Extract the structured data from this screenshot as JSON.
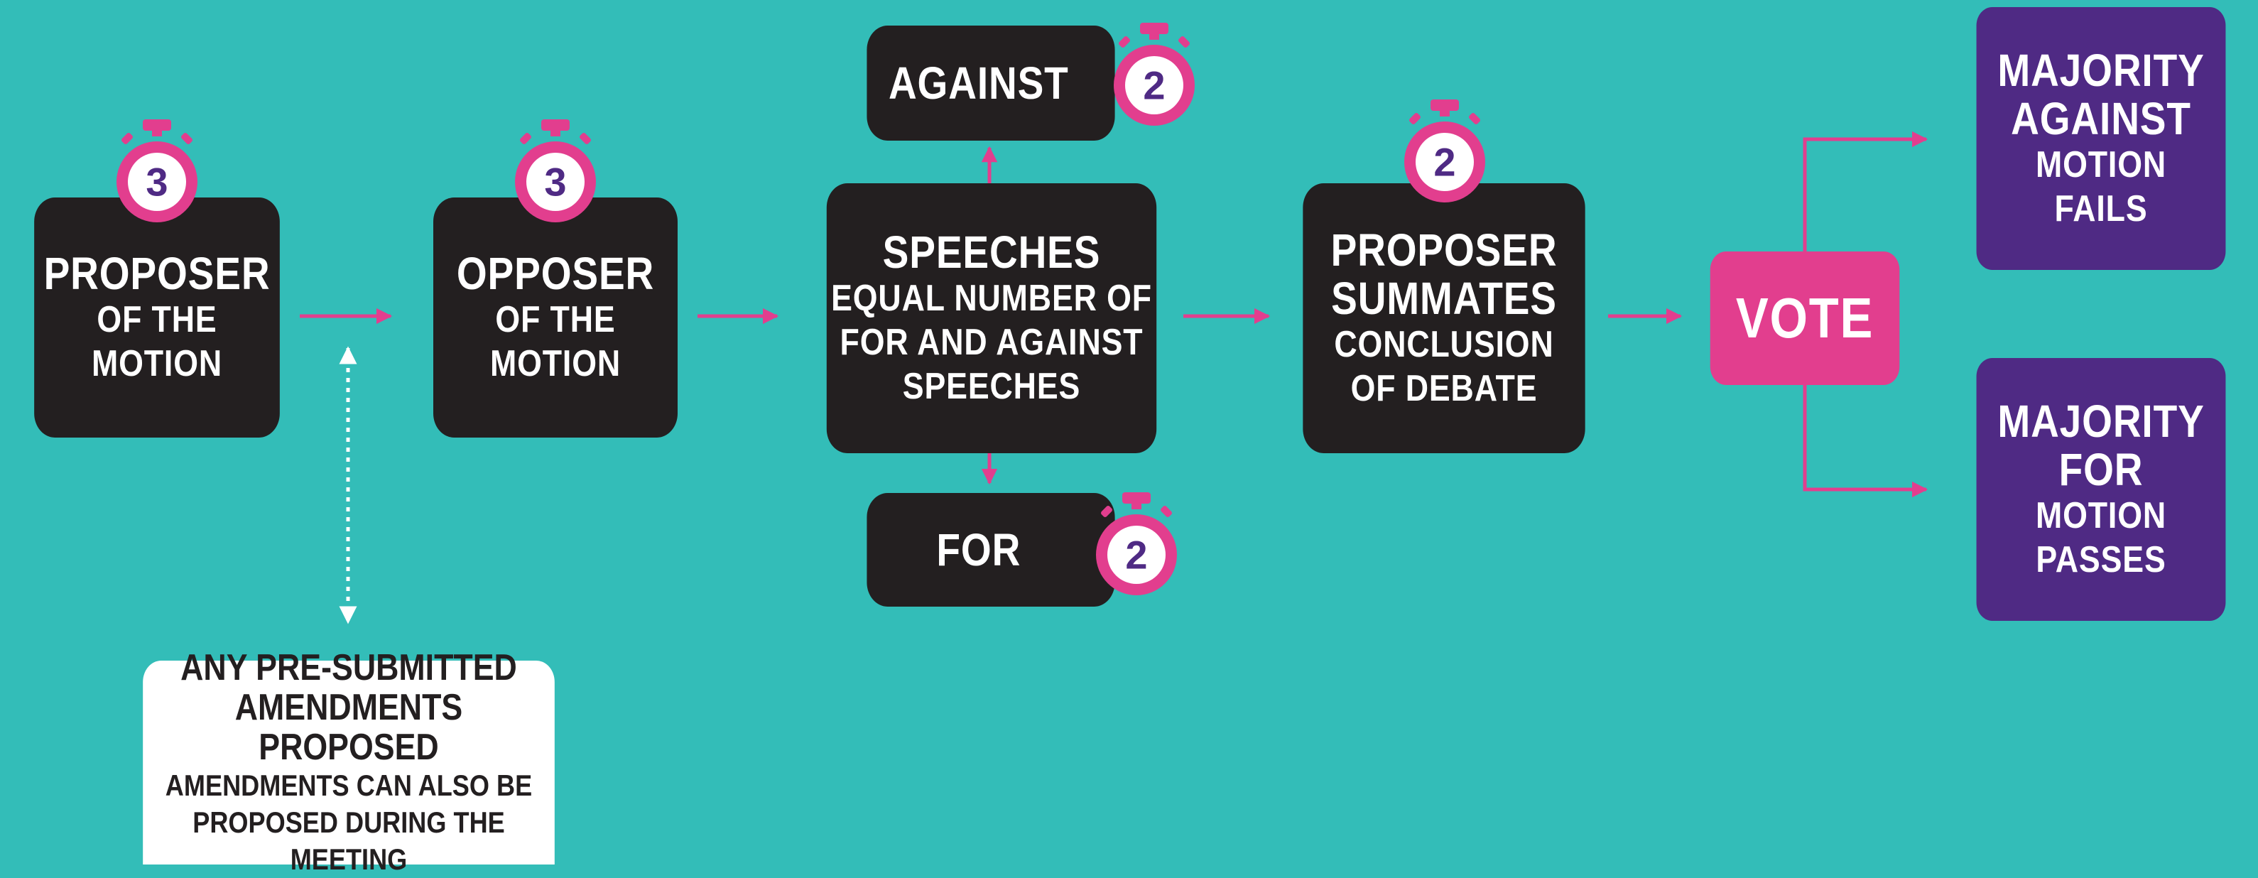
{
  "colors": {
    "background": "#33BDB8",
    "dark_box": "#231F20",
    "accent_pink": "#E23E8E",
    "outcome_purple": "#4F2A84",
    "white": "#FFFFFF"
  },
  "steps": {
    "proposer": {
      "title": "PROPOSER",
      "sub": [
        "OF THE",
        "MOTION"
      ],
      "timer": "3"
    },
    "opposer": {
      "title": "OPPOSER",
      "sub": [
        "OF THE",
        "MOTION"
      ],
      "timer": "3"
    },
    "speeches": {
      "title": "SPEECHES",
      "sub": [
        "EQUAL NUMBER OF",
        "FOR AND AGAINST",
        "SPEECHES"
      ]
    },
    "against": {
      "title": "AGAINST",
      "timer": "2"
    },
    "for": {
      "title": "FOR",
      "timer": "2"
    },
    "summates": {
      "title": [
        "PROPOSER",
        "SUMMATES"
      ],
      "sub": [
        "CONCLUSION",
        "OF DEBATE"
      ],
      "timer": "2"
    },
    "vote": {
      "title": "VOTE"
    },
    "majority_against": {
      "title": [
        "MAJORITY",
        "AGAINST"
      ],
      "sub": [
        "MOTION",
        "FAILS"
      ]
    },
    "majority_for": {
      "title": [
        "MAJORITY",
        "FOR"
      ],
      "sub": [
        "MOTION",
        "PASSES"
      ]
    },
    "amendments": {
      "title": [
        "ANY PRE-SUBMITTED",
        "AMENDMENTS PROPOSED"
      ],
      "sub": [
        "AMENDMENTS CAN ALSO BE",
        "PROPOSED DURING THE MEETING"
      ]
    }
  }
}
